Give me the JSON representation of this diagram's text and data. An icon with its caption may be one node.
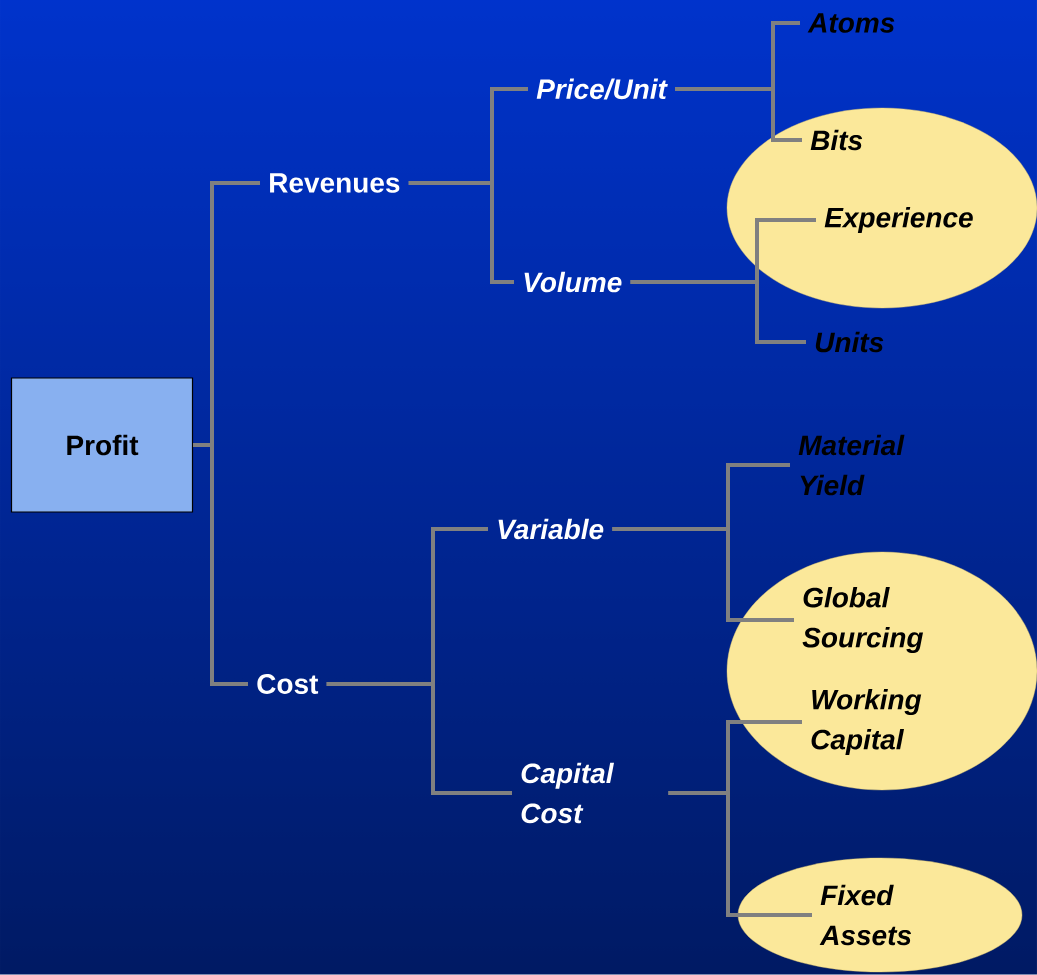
{
  "diagram": {
    "nodes": [
      {
        "text": [
          "Profit"
        ]
      },
      {
        "text": [
          "Revenues"
        ]
      },
      {
        "text": [
          "Cost"
        ]
      },
      {
        "text": [
          "Price/Unit"
        ]
      },
      {
        "text": [
          "Volume"
        ]
      },
      {
        "text": [
          "Variable"
        ]
      },
      {
        "text": [
          "Capital Cost"
        ]
      },
      {
        "text": [
          "Atoms"
        ]
      },
      {
        "text": [],
        "shape": "ellipse"
      },
      {
        "text": [
          "Bits"
        ],
        "in": 8
      },
      {
        "text": [
          "Experience"
        ],
        "in": 8
      },
      {
        "text": [
          "Units"
        ]
      },
      {
        "text": [
          "Material Yield"
        ]
      },
      {
        "text": [],
        "shape": "ellipse"
      },
      {
        "text": [
          "Global Sourcing"
        ],
        "in": 13
      },
      {
        "text": [
          "Working Capital"
        ],
        "in": 13
      },
      {
        "text": [],
        "shape": "ellipse"
      },
      {
        "text": [
          "Fixed Assets"
        ],
        "in": 16
      }
    ],
    "edges": [
      {
        "from": 0,
        "to": 1,
        "arrow": "none"
      },
      {
        "from": 0,
        "to": 2,
        "arrow": "none"
      },
      {
        "from": 1,
        "to": 3,
        "arrow": "none"
      },
      {
        "from": 1,
        "to": 4,
        "arrow": "none"
      },
      {
        "from": 3,
        "to": 7,
        "arrow": "none"
      },
      {
        "from": 3,
        "to": 9,
        "arrow": "none"
      },
      {
        "from": 4,
        "to": 10,
        "arrow": "none"
      },
      {
        "from": 4,
        "to": 11,
        "arrow": "none"
      },
      {
        "from": 2,
        "to": 5,
        "arrow": "none"
      },
      {
        "from": 2,
        "to": 6,
        "arrow": "none"
      },
      {
        "from": 5,
        "to": 12,
        "arrow": "none"
      },
      {
        "from": 5,
        "to": 14,
        "arrow": "none"
      },
      {
        "from": 6,
        "to": 15,
        "arrow": "none"
      },
      {
        "from": 6,
        "to": 17,
        "arrow": "none"
      }
    ]
  }
}
